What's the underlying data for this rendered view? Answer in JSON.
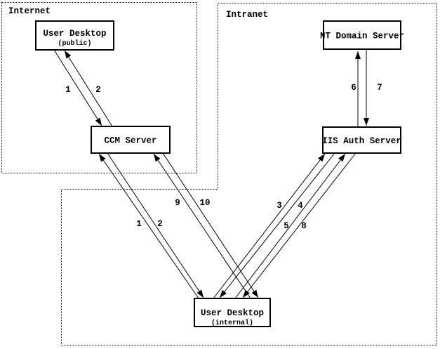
{
  "zones": {
    "internet": {
      "label": "Internet"
    },
    "intranet": {
      "label": "Intranet"
    }
  },
  "nodes": {
    "user_desktop_public": {
      "label": "User Desktop",
      "sublabel": "(public)"
    },
    "ccm_server": {
      "label": "CCM Server"
    },
    "nt_domain_server": {
      "label": "NT Domain Server"
    },
    "iis_auth_server": {
      "label": "IIS Auth Server"
    },
    "user_desktop_internal": {
      "label": "User Desktop",
      "sublabel": "(internal)"
    }
  },
  "connections": [
    {
      "step": "1",
      "from": "User Desktop (public)",
      "to": "CCM Server"
    },
    {
      "step": "2",
      "from": "CCM Server",
      "to": "User Desktop (public)"
    },
    {
      "step": "1",
      "from": "User Desktop (internal)",
      "to": "CCM Server"
    },
    {
      "step": "2",
      "from": "CCM Server",
      "to": "User Desktop (internal)"
    },
    {
      "step": "3",
      "from": "User Desktop (internal)",
      "to": "IIS Auth Server"
    },
    {
      "step": "4",
      "from": "IIS Auth Server",
      "to": "User Desktop (internal)"
    },
    {
      "step": "5",
      "from": "User Desktop (internal)",
      "to": "IIS Auth Server"
    },
    {
      "step": "6",
      "from": "IIS Auth Server",
      "to": "NT Domain Server"
    },
    {
      "step": "7",
      "from": "NT Domain Server",
      "to": "IIS Auth Server"
    },
    {
      "step": "8",
      "from": "IIS Auth Server",
      "to": "User Desktop (internal)"
    },
    {
      "step": "9",
      "from": "User Desktop (internal)",
      "to": "CCM Server"
    },
    {
      "step": "10",
      "from": "CCM Server",
      "to": "User Desktop (internal)"
    }
  ],
  "colors": {
    "line": "#000000",
    "background": "#ffffff"
  }
}
